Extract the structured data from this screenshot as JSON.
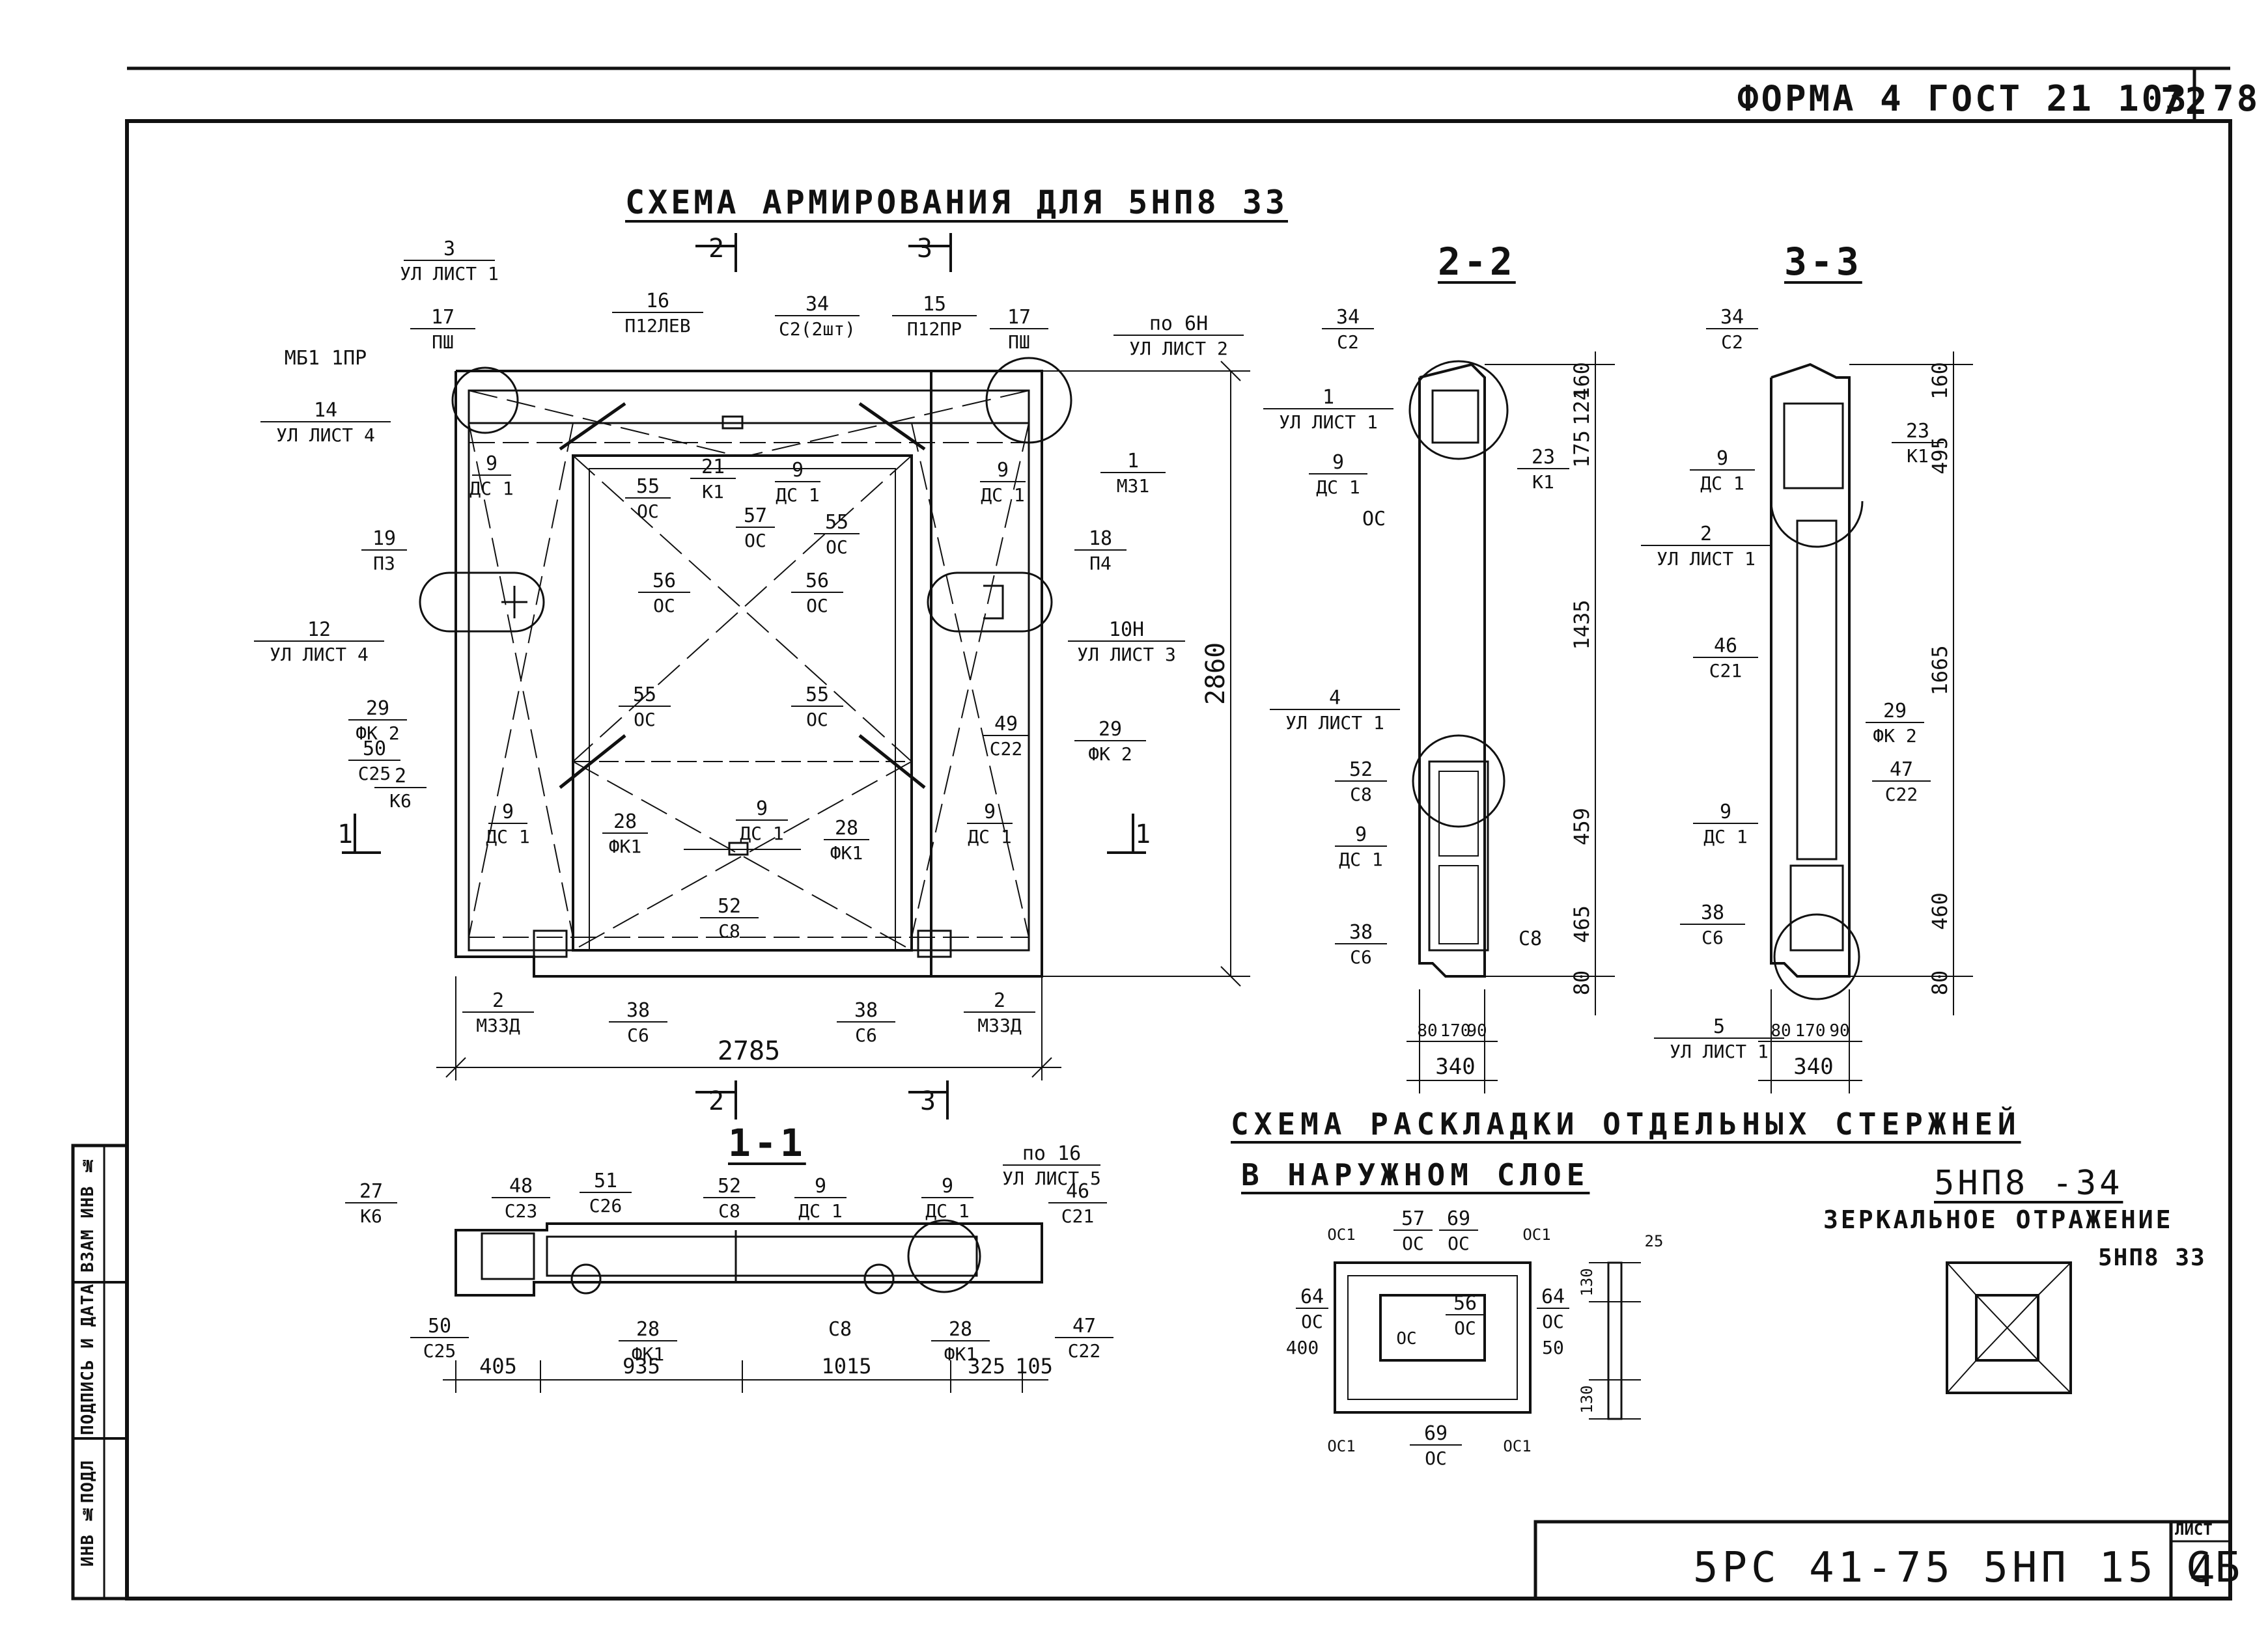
{
  "header": {
    "form": "ФОРМА 4 ГОСТ 21 103 78",
    "page_number": "72"
  },
  "titles": {
    "main_scheme": "СХЕМА АРМИРОВАНИЯ ДЛЯ 5НП8 33",
    "section_2_2": "2-2",
    "section_3_3": "3-3",
    "section_1_1": "1-1",
    "layout_line1": "СХЕМА РАСКЛАДКИ ОТДЕЛЬНЫХ СТЕРЖНЕЙ",
    "layout_line2": "В НАРУЖНОМ СЛОЕ",
    "mirror_code": "5НП8 -34",
    "mirror_text": "ЗЕРКАЛЬНОЕ ОТРАЖЕНИЕ",
    "mirror_ref": "5НП8 33"
  },
  "title_block": {
    "document_code": "5РС 41-75 5НП 15 СБ",
    "sheet_label": "ЛИСТ",
    "sheet_number": "4"
  },
  "side_stamp": {
    "field1": "ИНВ №ПОДЛ",
    "field2": "ПОДПИСЬ И ДАТА",
    "field3": "ВЗАМ ИНВ №"
  },
  "main_view": {
    "callouts": [
      {
        "id": "c3",
        "top": "3",
        "bottom": "УЛ ЛИСТ 1"
      },
      {
        "id": "c17a",
        "top": "17",
        "bottom": "ПШ"
      },
      {
        "id": "c16",
        "top": "16",
        "bottom": "П12ЛЕВ"
      },
      {
        "id": "c34",
        "top": "34",
        "bottom": "С2(2шт)"
      },
      {
        "id": "c15",
        "top": "15",
        "bottom": "П12ПР"
      },
      {
        "id": "c17b",
        "top": "17",
        "bottom": "ПШ"
      },
      {
        "id": "c6h",
        "top": "по 6Н",
        "bottom": "УЛ ЛИСТ 2"
      },
      {
        "id": "cmb",
        "top": "МБ1 1ПР",
        "bottom": ""
      },
      {
        "id": "c14",
        "top": "14",
        "bottom": "УЛ ЛИСТ 4"
      },
      {
        "id": "c1m",
        "top": "1",
        "bottom": "М31"
      },
      {
        "id": "c9a",
        "top": "9",
        "bottom": "ДС 1"
      },
      {
        "id": "c55a",
        "top": "55",
        "bottom": "ОС"
      },
      {
        "id": "c21",
        "top": "21",
        "bottom": "К1"
      },
      {
        "id": "c9b",
        "top": "9",
        "bottom": "ДС 1"
      },
      {
        "id": "c55b",
        "top": "55",
        "bottom": "ОС"
      },
      {
        "id": "c57",
        "top": "57",
        "bottom": "ОС"
      },
      {
        "id": "c9c",
        "top": "9",
        "bottom": "ДС 1"
      },
      {
        "id": "c19",
        "top": "19",
        "bottom": "П3"
      },
      {
        "id": "c18",
        "top": "18",
        "bottom": "П4"
      },
      {
        "id": "c56a",
        "top": "56",
        "bottom": "ОС"
      },
      {
        "id": "c56b",
        "top": "56",
        "bottom": "ОС"
      },
      {
        "id": "c12",
        "top": "12",
        "bottom": "УЛ ЛИСТ 4"
      },
      {
        "id": "c10h",
        "top": "10Н",
        "bottom": "УЛ ЛИСТ 3"
      },
      {
        "id": "c29a",
        "top": "29",
        "bottom": "ФК 2"
      },
      {
        "id": "c50",
        "top": "50",
        "bottom": "С25"
      },
      {
        "id": "c2k",
        "top": "2",
        "bottom": "К6"
      },
      {
        "id": "c55c",
        "top": "55",
        "bottom": "ОС"
      },
      {
        "id": "c55d",
        "top": "55",
        "bottom": "ОС"
      },
      {
        "id": "c49",
        "top": "49",
        "bottom": "С22"
      },
      {
        "id": "c29b",
        "top": "29",
        "bottom": "ФК 2"
      },
      {
        "id": "c9d",
        "top": "9",
        "bottom": "ДС 1"
      },
      {
        "id": "c28a",
        "top": "28",
        "bottom": "ФК1"
      },
      {
        "id": "c9e",
        "top": "9",
        "bottom": "ДС 1"
      },
      {
        "id": "c28b",
        "top": "28",
        "bottom": "ФК1"
      },
      {
        "id": "c9f",
        "top": "9",
        "bottom": "ДС 1"
      },
      {
        "id": "c52",
        "top": "52",
        "bottom": "С8"
      },
      {
        "id": "c2m",
        "top": "2",
        "bottom": "М33Д"
      },
      {
        "id": "c38a",
        "top": "38",
        "bottom": "С6"
      },
      {
        "id": "c38b",
        "top": "38",
        "bottom": "С6"
      },
      {
        "id": "c2n",
        "top": "2",
        "bottom": "М33Д"
      }
    ],
    "marks": {
      "s2": "2",
      "s3": "3",
      "s1": "1"
    },
    "dim_width": "2785",
    "dim_height": "2860"
  },
  "section_2_2": {
    "callouts": [
      {
        "id": "d34",
        "top": "34",
        "bottom": "С2"
      },
      {
        "id": "d1",
        "top": "1",
        "bottom": "УЛ ЛИСТ 1"
      },
      {
        "id": "d9a",
        "top": "9",
        "bottom": "ДС 1"
      },
      {
        "id": "doc",
        "top": "ОС",
        "bottom": ""
      },
      {
        "id": "d23",
        "top": "23",
        "bottom": "К1"
      },
      {
        "id": "d4",
        "top": "4",
        "bottom": "УЛ ЛИСТ 1"
      },
      {
        "id": "d52",
        "top": "52",
        "bottom": "С8"
      },
      {
        "id": "d9b",
        "top": "9",
        "bottom": "ДС 1"
      },
      {
        "id": "d38",
        "top": "38",
        "bottom": "С6"
      },
      {
        "id": "dc8",
        "top": "С8",
        "bottom": ""
      }
    ],
    "dims_vertical": [
      "160",
      "124",
      "175",
      "1435",
      "459",
      "465",
      "80"
    ],
    "dims_bottom": [
      "80",
      "170",
      "90"
    ],
    "dim_total": "340"
  },
  "section_3_3": {
    "callouts": [
      {
        "id": "e34",
        "top": "34",
        "bottom": "С2"
      },
      {
        "id": "e23",
        "top": "23",
        "bottom": "К1"
      },
      {
        "id": "e9a",
        "top": "9",
        "bottom": "ДС 1"
      },
      {
        "id": "e2",
        "top": "2",
        "bottom": "УЛ ЛИСТ 1"
      },
      {
        "id": "e46",
        "top": "46",
        "bottom": "С21"
      },
      {
        "id": "e29",
        "top": "29",
        "bottom": "ФК 2"
      },
      {
        "id": "e47",
        "top": "47",
        "bottom": "С22"
      },
      {
        "id": "e9b",
        "top": "9",
        "bottom": "ДС 1"
      },
      {
        "id": "e38",
        "top": "38",
        "bottom": "С6"
      },
      {
        "id": "e5",
        "top": "5",
        "bottom": "УЛ ЛИСТ 1"
      }
    ],
    "dims_vertical": [
      "160",
      "495",
      "1665",
      "460",
      "80"
    ],
    "dims_bottom": [
      "80",
      "170",
      "90"
    ],
    "dim_total": "340"
  },
  "section_1_1": {
    "callouts": [
      {
        "id": "f27",
        "top": "27",
        "bottom": "К6"
      },
      {
        "id": "f48",
        "top": "48",
        "bottom": "С23"
      },
      {
        "id": "f51",
        "top": "51",
        "bottom": "С26"
      },
      {
        "id": "f52",
        "top": "52",
        "bottom": "С8"
      },
      {
        "id": "f9a",
        "top": "9",
        "bottom": "ДС 1"
      },
      {
        "id": "f9b",
        "top": "9",
        "bottom": "ДС 1"
      },
      {
        "id": "f16",
        "top": "по 16",
        "bottom": "УЛ ЛИСТ 5"
      },
      {
        "id": "f46",
        "top": "46",
        "bottom": "С21"
      },
      {
        "id": "f50",
        "top": "50",
        "bottom": "С25"
      },
      {
        "id": "f28a",
        "top": "28",
        "bottom": "ФК1"
      },
      {
        "id": "fc8",
        "top": "С8",
        "bottom": ""
      },
      {
        "id": "f28b",
        "top": "28",
        "bottom": "ФК1"
      },
      {
        "id": "f47",
        "top": "47",
        "bottom": "С22"
      }
    ],
    "dims": [
      "405",
      "935",
      "1015",
      "325",
      "105"
    ]
  },
  "layout_scheme": {
    "callouts": [
      {
        "id": "g57",
        "top": "57",
        "bottom": "ОС"
      },
      {
        "id": "g69a",
        "top": "69",
        "bottom": "ОС"
      },
      {
        "id": "g56",
        "top": "56",
        "bottom": "ОС"
      },
      {
        "id": "g64a",
        "top": "64",
        "bottom": "ОС"
      },
      {
        "id": "g64b",
        "top": "64",
        "bottom": "ОС"
      },
      {
        "id": "g69b",
        "top": "69",
        "bottom": "ОС"
      }
    ],
    "labels": {
      "oc1_tl": "ОС1",
      "oc1_tr": "ОС1",
      "oc1_bl": "ОС1",
      "oc1_br": "ОС1",
      "oc_inner": "ОС",
      "left": "400",
      "right": "50",
      "d130a": "130",
      "d25": "25",
      "d130b": "130"
    }
  }
}
